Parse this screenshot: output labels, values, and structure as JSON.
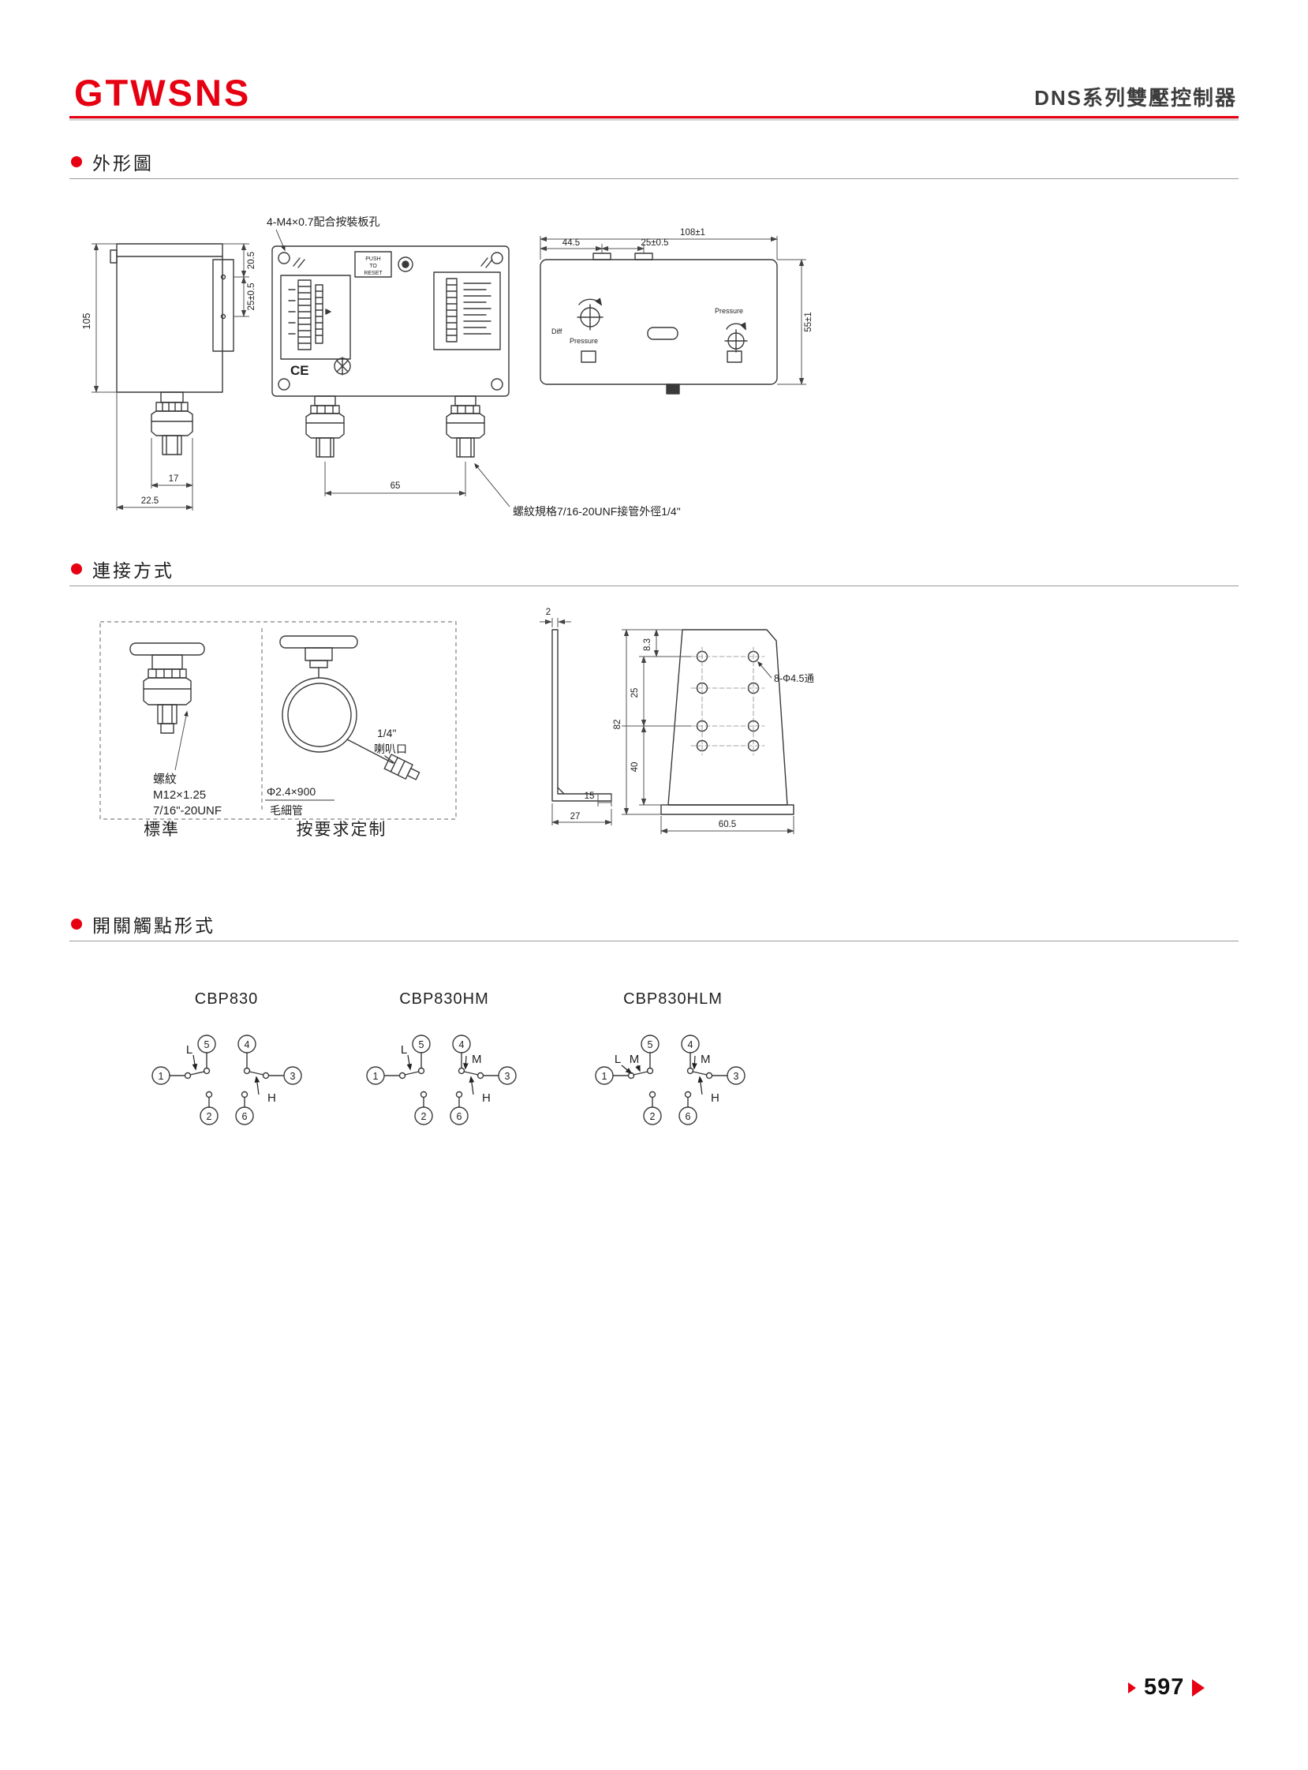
{
  "header": {
    "brand": "GTWSNS",
    "product_title": "DNS系列雙壓控制器"
  },
  "sections": [
    {
      "title": "外形圖"
    },
    {
      "title": "連接方式"
    },
    {
      "title": "開關觸點形式"
    }
  ],
  "outline": {
    "mount_hole_note": "4-M4×0.7配合按裝板孔",
    "thread_note": "螺紋規格7/16-20UNF接管外徑1/4\"",
    "reset": {
      "l1": "PUSH",
      "l2": "TO",
      "l3": "RESET"
    },
    "ce_mark": "CE",
    "labels": {
      "diff": "Diff",
      "pressure_left": "Pressure",
      "pressure_right": "Pressure"
    },
    "dims": {
      "body_height": "105",
      "bracket_top": "20.5",
      "bracket_pitch": "25±0.5",
      "conn_width": "17",
      "conn_edge": "22.5",
      "conn_spacing": "65",
      "top_width": "108±1",
      "top_left": "44.5",
      "top_pitch": "25±0.5",
      "top_depth": "55±1"
    }
  },
  "connection": {
    "standard_caption": "標準",
    "custom_caption": "按要求定制",
    "thread_title": "螺紋",
    "thread_spec1": "M12×1.25",
    "thread_spec2": "7/16\"-20UNF",
    "flare_size": "1/4\"",
    "flare_label": "喇叭口",
    "capillary_spec": "Φ2.4×900",
    "capillary_label": "毛細管",
    "bracket_dims": {
      "thickness": "2",
      "top_hole": "8.3",
      "pitch": "25",
      "height": "82",
      "lower": "40",
      "foot": "15",
      "foot_total": "27",
      "base": "60.5",
      "hole_note": "8-Φ4.5通"
    }
  },
  "contacts": {
    "models": [
      {
        "name": "CBP830"
      },
      {
        "name": "CBP830HM"
      },
      {
        "name": "CBP830HLM"
      }
    ],
    "terminals": {
      "t1": "1",
      "t2": "2",
      "t3": "3",
      "t4": "4",
      "t5": "5",
      "t6": "6"
    },
    "letters": {
      "l": "L",
      "h": "H",
      "m": "M"
    }
  },
  "footer": {
    "page_number": "597"
  }
}
